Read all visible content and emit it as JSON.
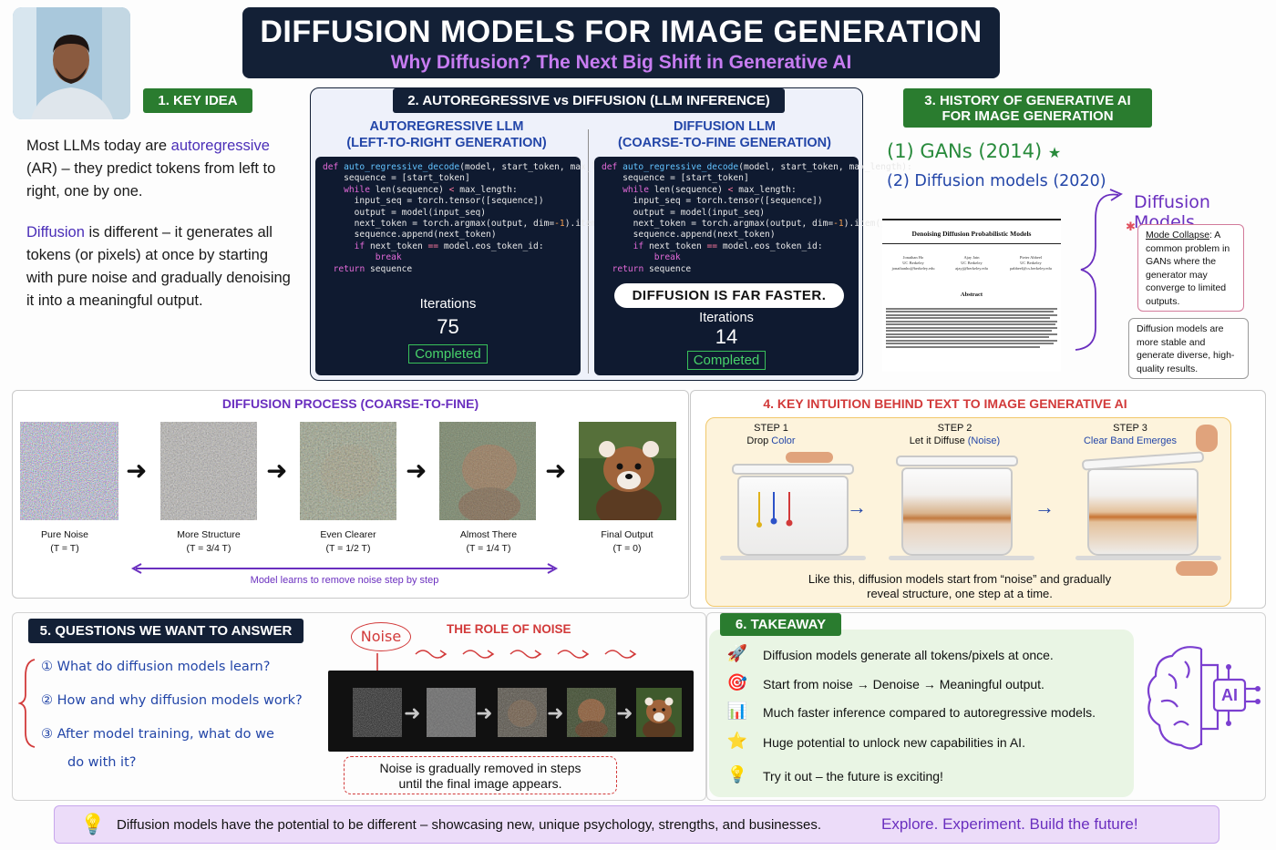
{
  "header": {
    "title": "DIFFUSION MODELS FOR IMAGE GENERATION",
    "subtitle": "Why Diffusion? The Next Big Shift in Generative AI"
  },
  "key_idea": {
    "heading": "1. KEY IDEA",
    "p1_a": "Most LLMs today are ",
    "p1_kw": "autoregressive",
    "p1_b": " (AR) – they predict tokens from left to right, one by one.",
    "p2_kw": "Diffusion",
    "p2_b": " is different – it generates all tokens (or pixels) at once by starting with pure noise and gradually denoising it into a meaningful output."
  },
  "section2": {
    "heading": "2. AUTOREGRESSIVE vs DIFFUSION (LLM INFERENCE)",
    "left_title_1": "AUTOREGRESSIVE LLM",
    "left_title_2": "(LEFT-TO-RIGHT GENERATION)",
    "right_title_1": "DIFFUSION LLM",
    "right_title_2": "(COARSE-TO-FINE GENERATION)",
    "callout": "DIFFUSION IS FAR FASTER.",
    "iterations_label": "Iterations",
    "left_iterations": "75",
    "right_iterations": "14",
    "status": "Completed"
  },
  "section3": {
    "heading_1": "3. HISTORY OF GENERATIVE AI",
    "heading_2": "FOR IMAGE GENERATION",
    "item1": "(1)  GANs  (2014)",
    "item2": "(2)  Diffusion  models  (2020)",
    "star": "★",
    "paper_title": "Denoising Diffusion Probabilistic Models",
    "author1_name": "Jonathan Ho",
    "author1_aff": "UC Berkeley",
    "author1_mail": "jonathanho@berkeley.edu",
    "author2_name": "Ajay Jain",
    "author2_aff": "UC Berkeley",
    "author2_mail": "ajayj@berkeley.edu",
    "author3_name": "Pieter Abbeel",
    "author3_aff": "UC Berkeley",
    "author3_mail": "pabbeel@cs.berkeley.edu",
    "abstract": "Abstract",
    "diffusion_models_label": "Diffusion  Models",
    "note1_title": "Mode Collapse",
    "note1_body": ": A common problem in GANs where the generator may converge to limited outputs.",
    "note2": "Diffusion models are more stable and generate diverse, high-quality results."
  },
  "diffusion_process": {
    "heading": "DIFFUSION PROCESS (COARSE-TO-FINE)",
    "steps": [
      {
        "label": "Pure Noise",
        "t": "(T = T)"
      },
      {
        "label": "More Structure",
        "t": "(T = 3/4 T)"
      },
      {
        "label": "Even Clearer",
        "t": "(T = 1/2 T)"
      },
      {
        "label": "Almost There",
        "t": "(T = 1/4 T)"
      },
      {
        "label": "Final Output",
        "t": "(T = 0)"
      }
    ],
    "caption": "Model learns to remove noise step by step"
  },
  "section4": {
    "heading": "4. KEY INTUITION BEHIND TEXT TO IMAGE GENERATIVE AI",
    "step1_title": "STEP 1",
    "step1_a": "Drop ",
    "step1_b": "Color",
    "step2_title": "STEP 2",
    "step2_a": "Let it Diffuse ",
    "step2_b": "(Noise)",
    "step3_title": "STEP 3",
    "step3_a": "Clear Band Emerges",
    "caption_1": "Like this, diffusion models start from “noise” and gradually",
    "caption_2": "reveal structure, one step at a time."
  },
  "section5": {
    "heading": "5. QUESTIONS WE WANT TO ANSWER",
    "q1_num": "①",
    "q1": "What  do  diffusion  models  learn?",
    "q2_num": "②",
    "q2": "How  and  why  diffusion  models  work?",
    "q3_num": "③",
    "q3a": "After  model  training,  what  do  we",
    "q3b": "do  with  it?",
    "noise_tag": "Noise",
    "role_heading": "THE ROLE OF NOISE",
    "role_caption_1": "Noise is gradually removed in steps",
    "role_caption_2": "until the final image appears."
  },
  "takeaway": {
    "heading": "6. TAKEAWAY",
    "items": [
      {
        "icon": "🚀",
        "text": "Diffusion models generate all tokens/pixels at once."
      },
      {
        "icon": "🎯",
        "text": "Start from noise  →  Denoise  →  Meaningful output."
      },
      {
        "icon": "📊",
        "text": "Much faster inference compared to autoregressive models."
      },
      {
        "icon": "⭐",
        "text": "Huge potential to unlock new capabilities in AI."
      },
      {
        "icon": "💡",
        "text": "Try it out – the future is exciting!"
      }
    ],
    "ai_label": "AI"
  },
  "footer": {
    "icon": "💡",
    "text": "Diffusion models have the potential to be different – showcasing new, unique psychology, strengths, and businesses.",
    "cta": "Explore.  Experiment.  Build the future!"
  },
  "colors": {
    "navy": "#132036",
    "green": "#2a7c2f",
    "purple": "#4b2fb8",
    "blue": "#2346a8",
    "red": "#d23a3a"
  }
}
